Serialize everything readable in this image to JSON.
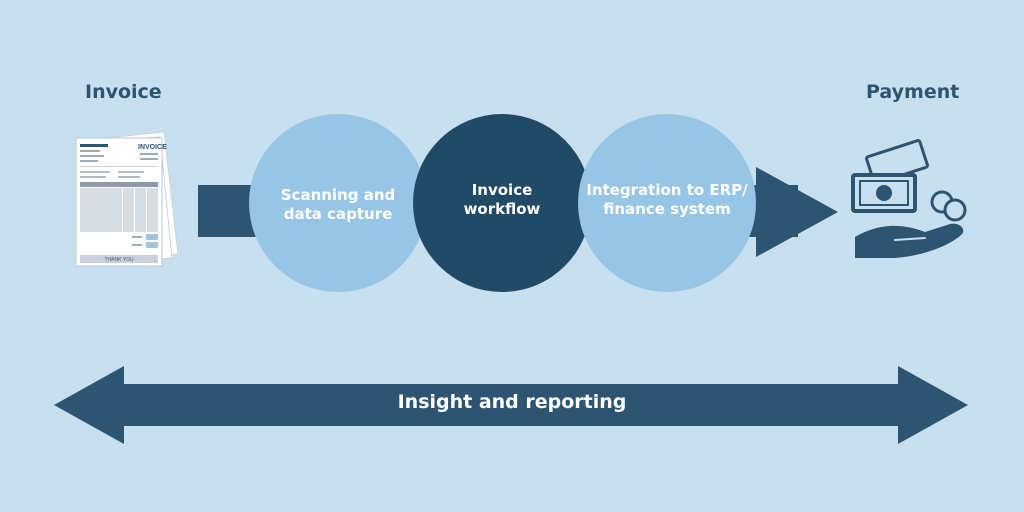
{
  "labels": {
    "invoice": "Invoice",
    "payment": "Payment"
  },
  "steps": [
    {
      "line1": "Scanning  and",
      "line2": "data capture"
    },
    {
      "line1": "Invoice",
      "line2": "workflow"
    },
    {
      "line1": "Integration to ERP/",
      "line2": "finance system"
    }
  ],
  "bar": {
    "label": "Insight and reporting"
  },
  "document": {
    "heading": "INVOICE",
    "footer": "THANK YOU"
  },
  "colors": {
    "background": "#c8dff0",
    "dark": "#2d5470",
    "darker": "#204a66",
    "light_circle": "#97c5e6"
  },
  "icons": {
    "invoice": "invoice-document-icon",
    "payment": "hand-with-money-icon"
  }
}
